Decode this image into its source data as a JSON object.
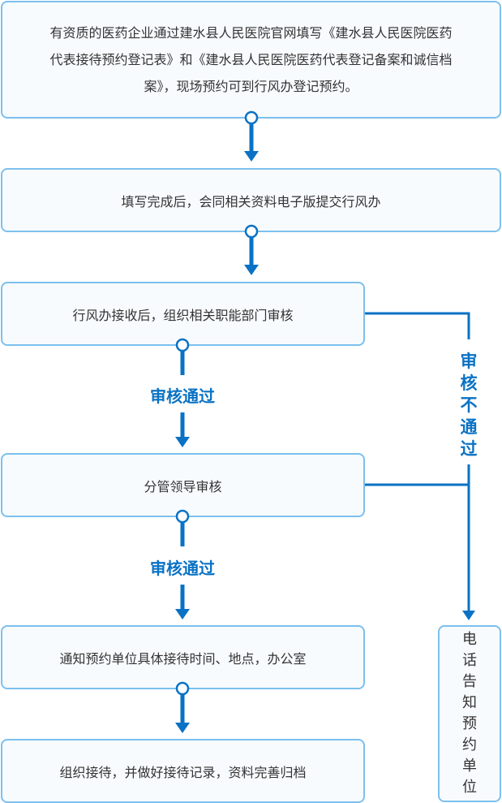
{
  "steps": {
    "step1": "有资质的医药企业通过建水县人民医院官网填写《建水县人民医院医药代表接待预约登记表》和《建水县人民医院医药代表登记备案和诚信档案》，现场预约可到行风办登记预约。",
    "step2": "填写完成后，会同相关资料电子版提交行风办",
    "step3": "行风办接收后，组织相关职能部门审核",
    "step4": "分管领导审核",
    "step5": "通知预约单位具体接待时间、地点，办公室",
    "step6": "组织接待，并做好接待记录，资料完善归档",
    "reject_result": "电话告知预约单位"
  },
  "labels": {
    "pass1": "审核通过",
    "pass2": "审核通过",
    "reject": "审核不通过"
  },
  "colors": {
    "box_border": "#7cc0ee",
    "box_fill": "#f8fbfe",
    "connector": "#0a72c4",
    "text": "#333333"
  }
}
